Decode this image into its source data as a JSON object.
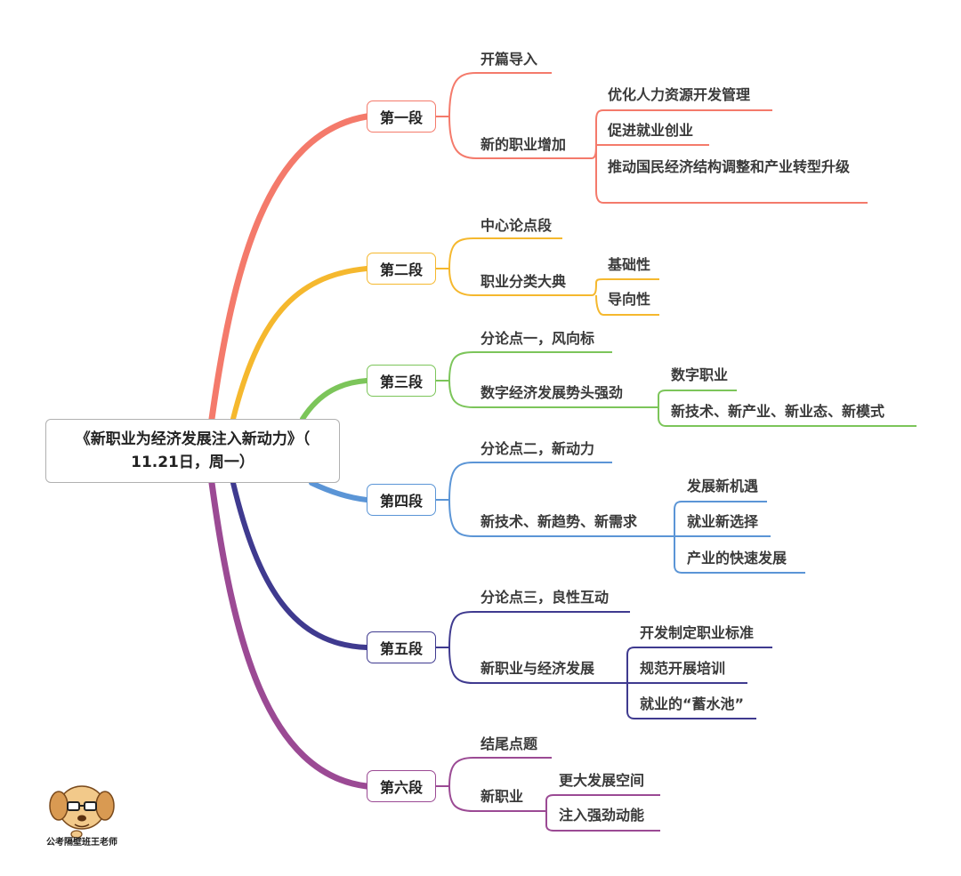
{
  "root": {
    "line1": "《新职业为经济发展注入新动力》（",
    "line2": "11.21日，周一）"
  },
  "sections": [
    {
      "key": "s1",
      "label": "第一段",
      "color": "#f47a6b",
      "l1": [
        "开篇导入",
        "新的职业增加"
      ],
      "l2": [
        "优化人力资源开发管理",
        "促进就业创业",
        "推动国民经济结构调整和产业转型升级"
      ]
    },
    {
      "key": "s2",
      "label": "第二段",
      "color": "#f5b82e",
      "l1": [
        "中心论点段",
        "职业分类大典"
      ],
      "l2": [
        "基础性",
        "导向性"
      ]
    },
    {
      "key": "s3",
      "label": "第三段",
      "color": "#7cc55a",
      "l1": [
        "分论点一，风向标",
        "数字经济发展势头强劲"
      ],
      "l2": [
        "数字职业",
        "新技术、新产业、新业态、新模式"
      ]
    },
    {
      "key": "s4",
      "label": "第四段",
      "color": "#5b95d6",
      "l1": [
        "分论点二，新动力",
        "新技术、新趋势、新需求"
      ],
      "l2": [
        "发展新机遇",
        "就业新选择",
        "产业的快速发展"
      ]
    },
    {
      "key": "s5",
      "label": "第五段",
      "color": "#3f3a8f",
      "l1": [
        "分论点三，良性互动",
        "新职业与经济发展"
      ],
      "l2": [
        "开发制定职业标准",
        "规范开展培训",
        "就业的“蓄水池”"
      ]
    },
    {
      "key": "s6",
      "label": "第六段",
      "color": "#9b4a94",
      "l1": [
        "结尾点题",
        "新职业"
      ],
      "l2": [
        "更大发展空间",
        "注入强劲动能"
      ]
    }
  ],
  "logo": {
    "icon": "cartoon-dog-with-glasses-icon",
    "text": "公考隔壁班王老师"
  }
}
